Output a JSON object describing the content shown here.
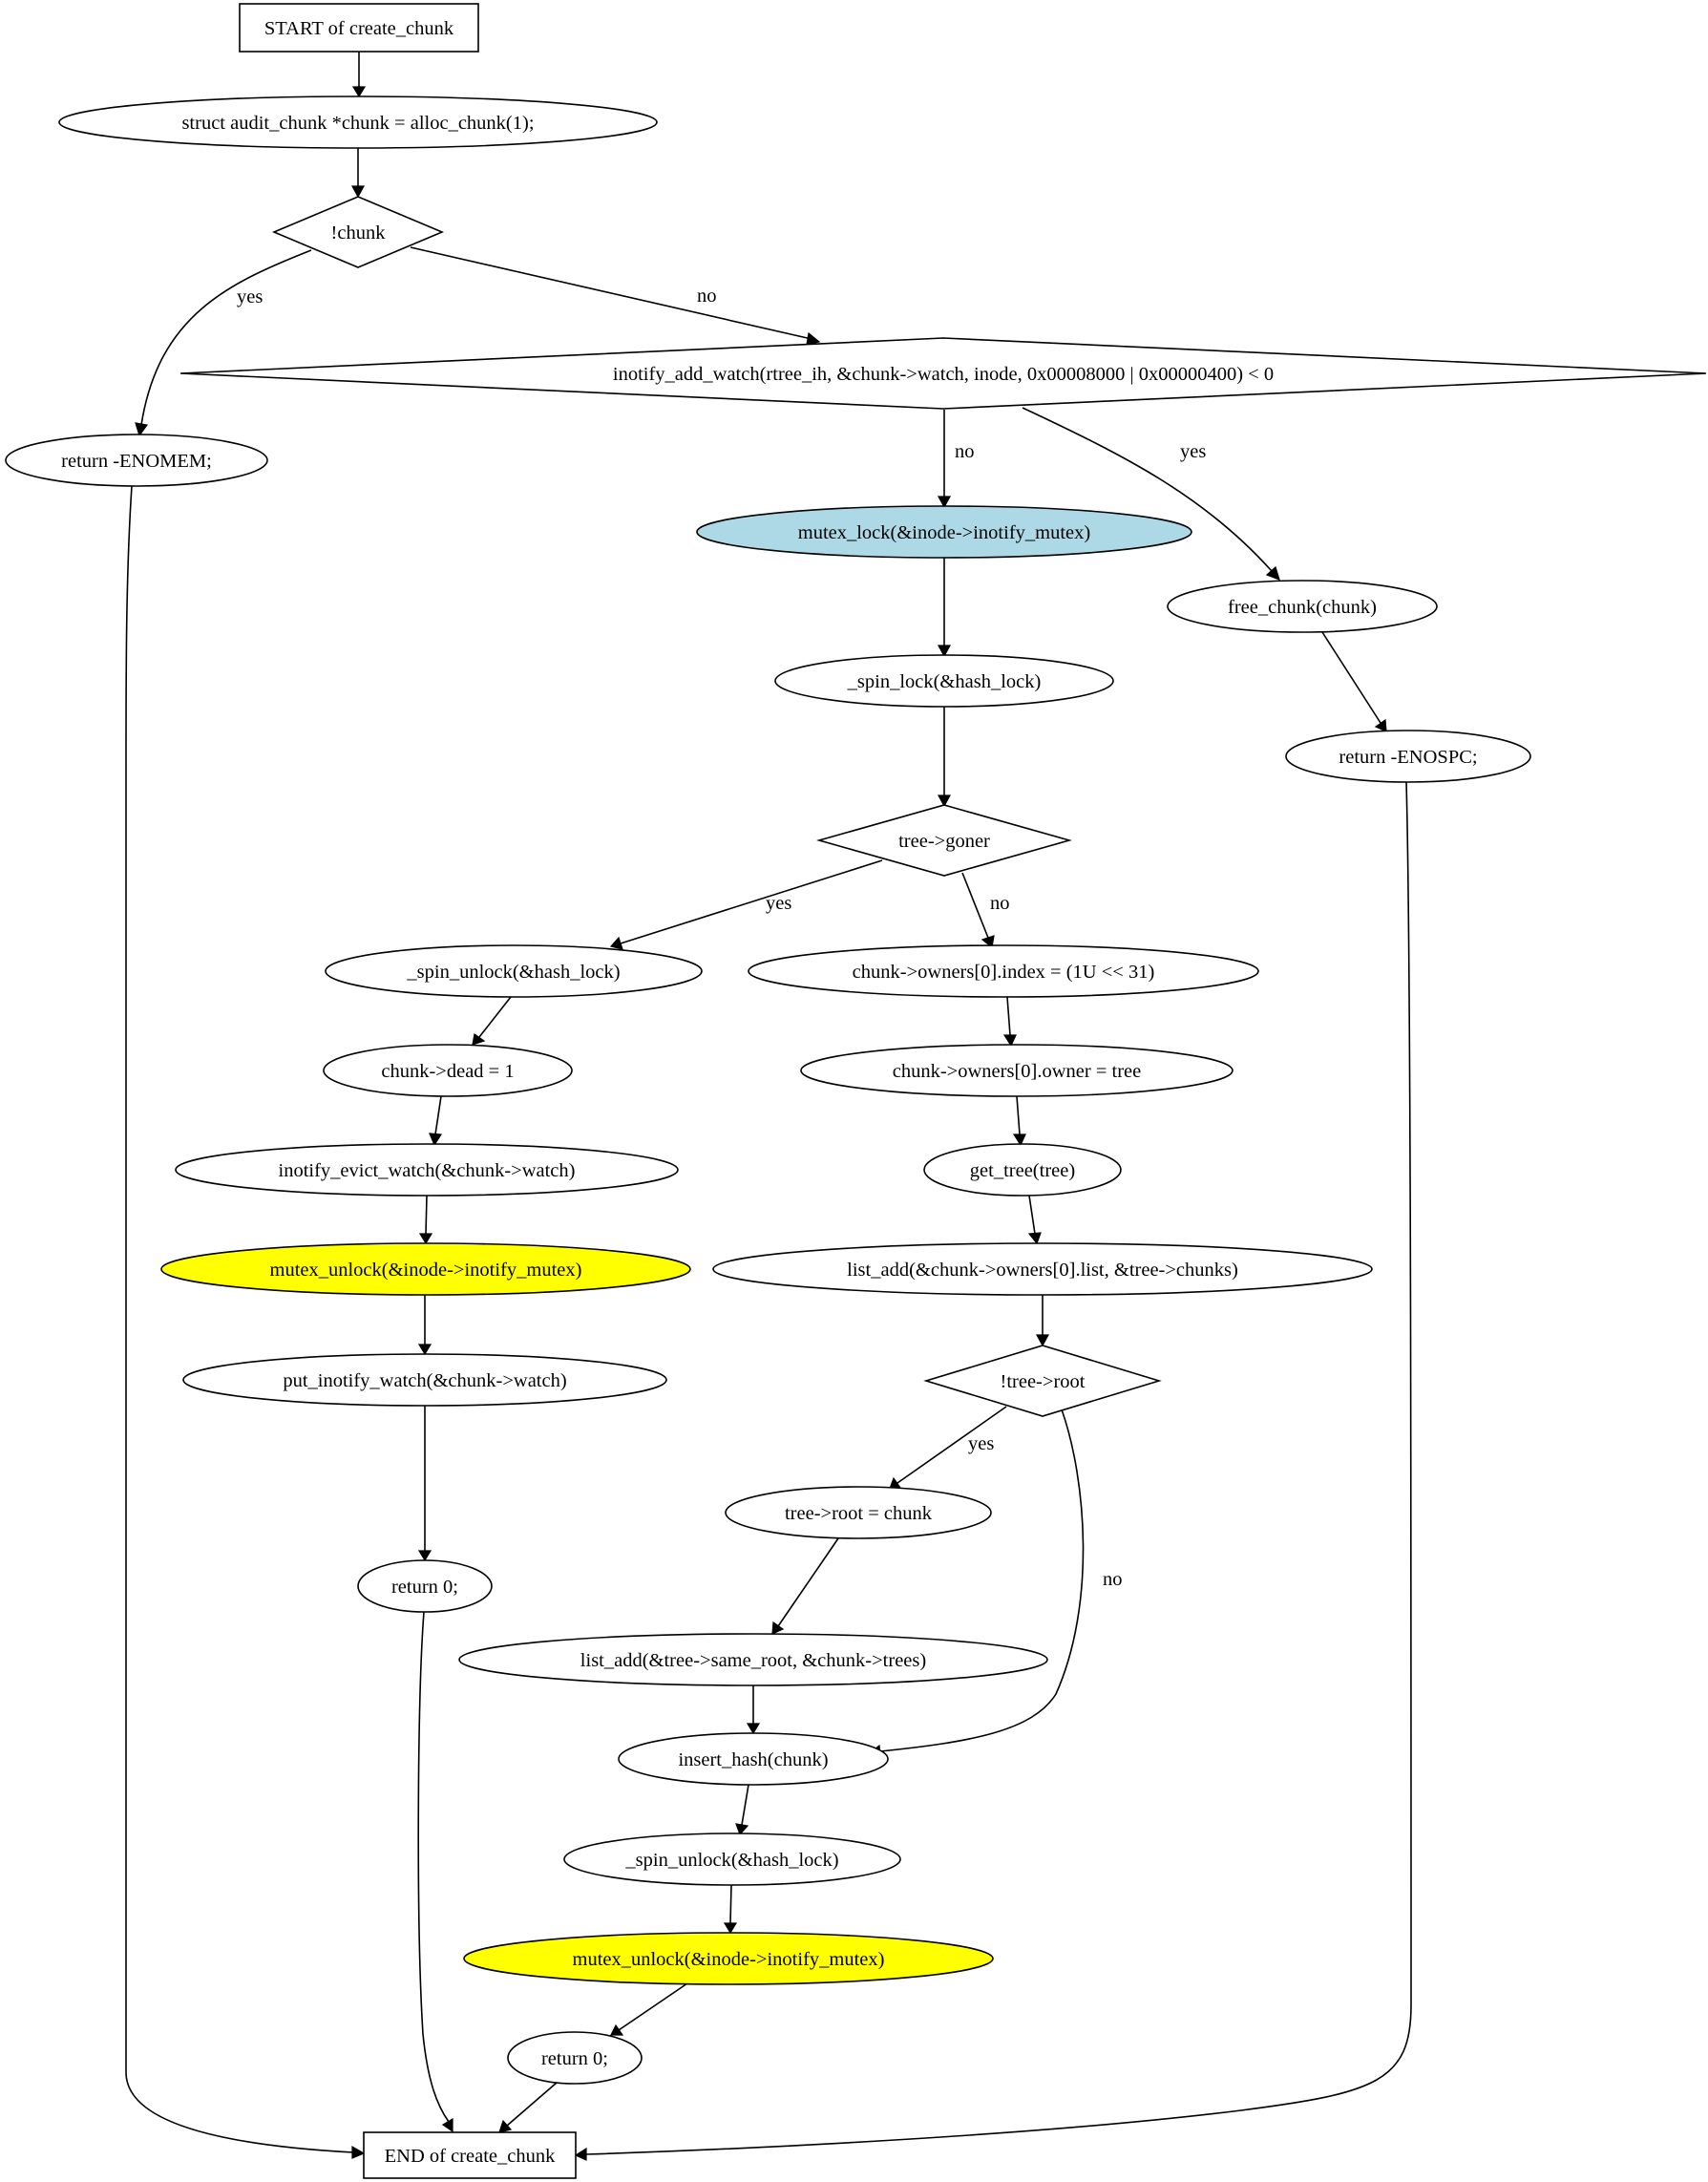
{
  "diagram": {
    "colors": {
      "background": "#ffffff",
      "line": "#000000",
      "lock_fill": "#add8e6",
      "unlock_fill": "#ffff00",
      "default_fill": "#ffffff"
    },
    "nodes": {
      "start": {
        "shape": "box",
        "label": "START of create_chunk"
      },
      "alloc": {
        "shape": "ellipse",
        "label": "struct audit_chunk *chunk = alloc_chunk(1);"
      },
      "nochunk": {
        "shape": "diamond",
        "label": "!chunk"
      },
      "enomem": {
        "shape": "ellipse",
        "label": "return -ENOMEM;"
      },
      "addwatch": {
        "shape": "diamond",
        "label": "inotify_add_watch(rtree_ih, &chunk->watch, inode, 0x00008000 | 0x00000400) < 0"
      },
      "mlock": {
        "shape": "ellipse",
        "fill": "lock",
        "label": "mutex_lock(&inode->inotify_mutex)"
      },
      "freechunk": {
        "shape": "ellipse",
        "label": "free_chunk(chunk)"
      },
      "spinlock": {
        "shape": "ellipse",
        "label": "_spin_lock(&hash_lock)"
      },
      "enospc": {
        "shape": "ellipse",
        "label": "return -ENOSPC;"
      },
      "goner": {
        "shape": "diamond",
        "label": "tree->goner"
      },
      "spinunlock1": {
        "shape": "ellipse",
        "label": "_spin_unlock(&hash_lock)"
      },
      "ownidx": {
        "shape": "ellipse",
        "label": "chunk->owners[0].index = (1U << 31)"
      },
      "dead": {
        "shape": "ellipse",
        "label": "chunk->dead = 1"
      },
      "ownown": {
        "shape": "ellipse",
        "label": "chunk->owners[0].owner = tree"
      },
      "evict": {
        "shape": "ellipse",
        "label": "inotify_evict_watch(&chunk->watch)"
      },
      "gettree": {
        "shape": "ellipse",
        "label": "get_tree(tree)"
      },
      "munlock1": {
        "shape": "ellipse",
        "fill": "unlock",
        "label": "mutex_unlock(&inode->inotify_mutex)"
      },
      "listadd1": {
        "shape": "ellipse",
        "label": "list_add(&chunk->owners[0].list, &tree->chunks)"
      },
      "putwatch": {
        "shape": "ellipse",
        "label": "put_inotify_watch(&chunk->watch)"
      },
      "noroot": {
        "shape": "diamond",
        "label": "!tree->root"
      },
      "setroot": {
        "shape": "ellipse",
        "label": "tree->root = chunk"
      },
      "ret0a": {
        "shape": "ellipse",
        "label": "return 0;"
      },
      "listadd2": {
        "shape": "ellipse",
        "label": "list_add(&tree->same_root, &chunk->trees)"
      },
      "inserthash": {
        "shape": "ellipse",
        "label": "insert_hash(chunk)"
      },
      "spinunlock2": {
        "shape": "ellipse",
        "label": "_spin_unlock(&hash_lock)"
      },
      "munlock2": {
        "shape": "ellipse",
        "fill": "unlock",
        "label": "mutex_unlock(&inode->inotify_mutex)"
      },
      "ret0b": {
        "shape": "ellipse",
        "label": "return 0;"
      },
      "end": {
        "shape": "box",
        "label": "END of create_chunk"
      }
    },
    "edges": [
      {
        "id": "e-start-alloc",
        "label": ""
      },
      {
        "id": "e-alloc-nochunk",
        "label": ""
      },
      {
        "id": "e-nochunk-enomem",
        "label": "yes"
      },
      {
        "id": "e-nochunk-addwatch",
        "label": "no"
      },
      {
        "id": "e-addwatch-mlock",
        "label": "no"
      },
      {
        "id": "e-addwatch-freechunk",
        "label": "yes"
      },
      {
        "id": "e-mlock-spinlock",
        "label": ""
      },
      {
        "id": "e-freechunk-enospc",
        "label": ""
      },
      {
        "id": "e-spinlock-goner",
        "label": ""
      },
      {
        "id": "e-goner-spinunlock1",
        "label": "yes"
      },
      {
        "id": "e-goner-ownidx",
        "label": "no"
      },
      {
        "id": "e-spinunlock1-dead",
        "label": ""
      },
      {
        "id": "e-dead-evict",
        "label": ""
      },
      {
        "id": "e-evict-munlock1",
        "label": ""
      },
      {
        "id": "e-munlock1-putwatch",
        "label": ""
      },
      {
        "id": "e-putwatch-ret0a",
        "label": ""
      },
      {
        "id": "e-ret0a-end",
        "label": ""
      },
      {
        "id": "e-ownidx-ownown",
        "label": ""
      },
      {
        "id": "e-ownown-gettree",
        "label": ""
      },
      {
        "id": "e-gettree-listadd1",
        "label": ""
      },
      {
        "id": "e-listadd1-noroot",
        "label": ""
      },
      {
        "id": "e-noroot-setroot",
        "label": "yes"
      },
      {
        "id": "e-noroot-inserthash",
        "label": "no"
      },
      {
        "id": "e-setroot-listadd2",
        "label": ""
      },
      {
        "id": "e-listadd2-inserthash",
        "label": ""
      },
      {
        "id": "e-inserthash-spinunlock2",
        "label": ""
      },
      {
        "id": "e-spinunlock2-munlock2",
        "label": ""
      },
      {
        "id": "e-munlock2-ret0b",
        "label": ""
      },
      {
        "id": "e-ret0b-end",
        "label": ""
      },
      {
        "id": "e-enomem-end",
        "label": ""
      },
      {
        "id": "e-enospc-end",
        "label": ""
      }
    ]
  }
}
